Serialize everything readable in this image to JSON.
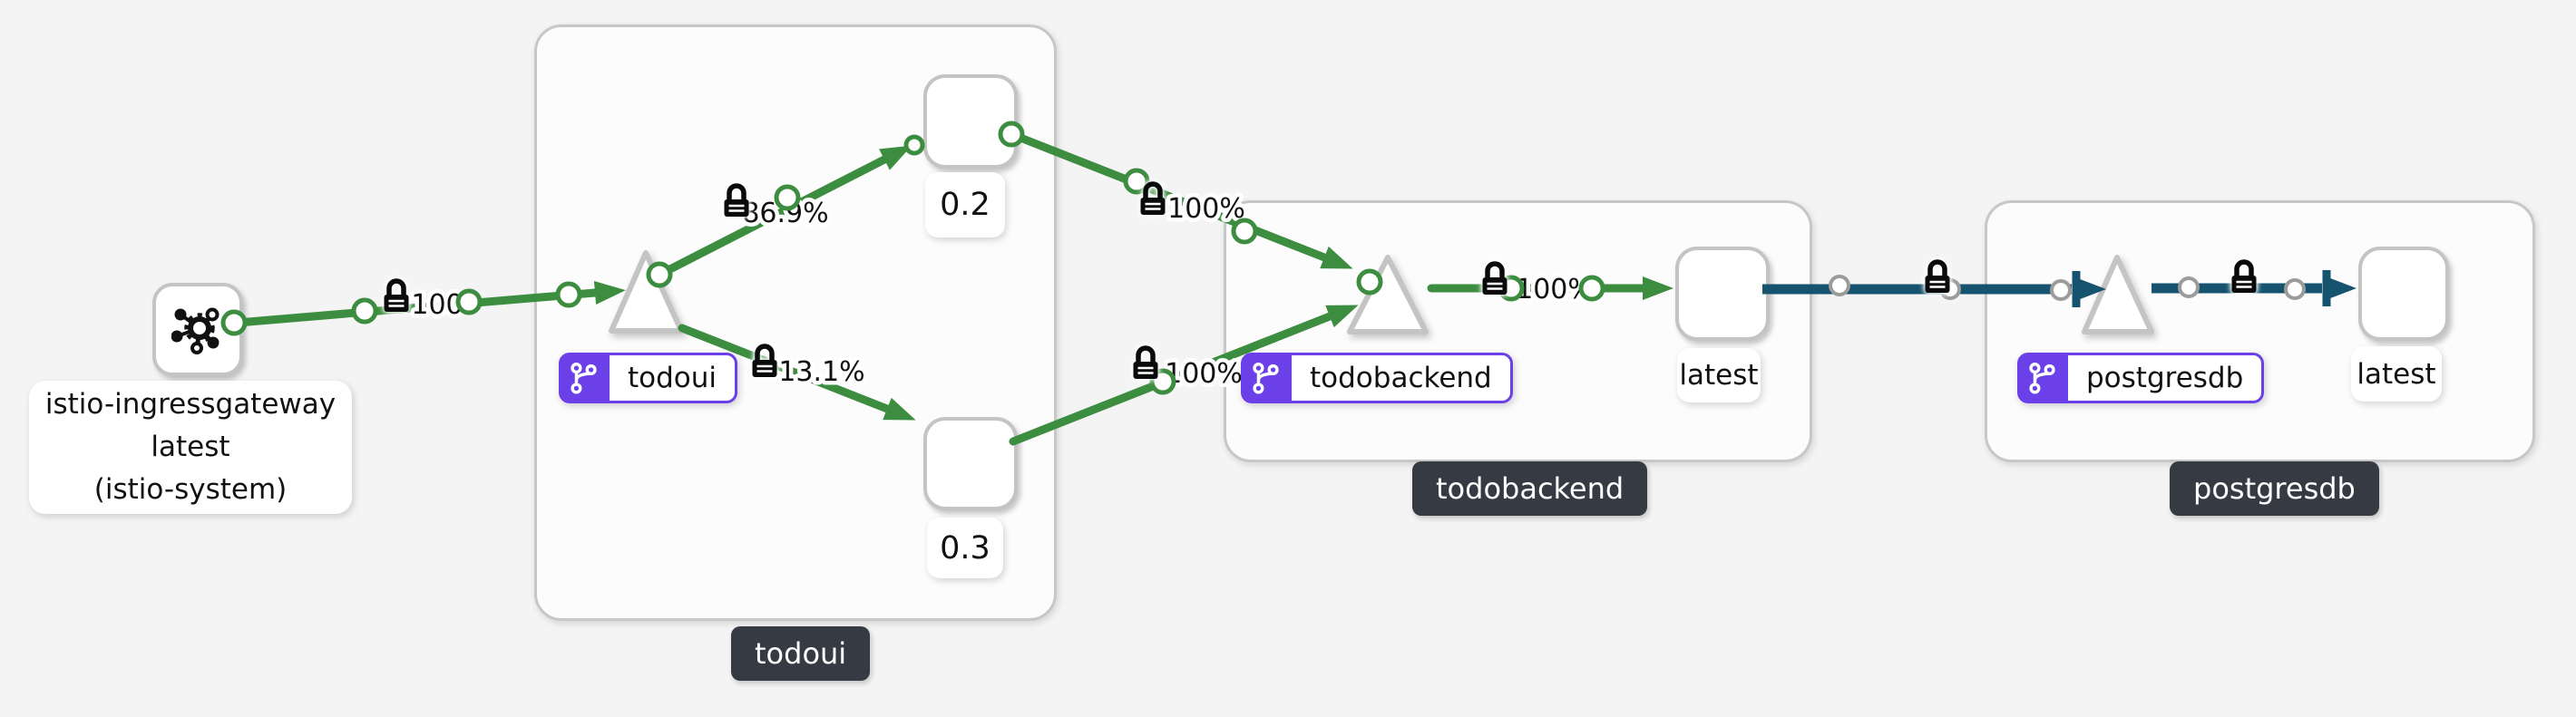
{
  "app": {
    "name": "service-mesh-traffic-graph"
  },
  "colors": {
    "background": "#f4f4f4",
    "http_edge_green": "#3c8d40",
    "tcp_edge_blue": "#15536f",
    "app_badge_purple": "#6b40e8",
    "box_label_dark": "#363a43",
    "node_border_gray": "#c4c4c4"
  },
  "gateway": {
    "name": "istio-ingressgateway",
    "label_lines": [
      "istio-ingressgateway",
      "latest",
      "(istio-system)"
    ]
  },
  "groups": [
    {
      "name": "todoui",
      "badge_label": "todoui",
      "box_label": "todoui",
      "versions": [
        {
          "label": "0.2"
        },
        {
          "label": "0.3"
        }
      ]
    },
    {
      "name": "todobackend",
      "badge_label": "todobackend",
      "box_label": "todobackend",
      "versions": [
        {
          "label": "latest"
        }
      ]
    },
    {
      "name": "postgresdb",
      "badge_label": "postgresdb",
      "box_label": "postgresdb",
      "versions": [
        {
          "label": "latest"
        }
      ]
    }
  ],
  "edges": [
    {
      "from": "istio-ingressgateway",
      "to": "todoui",
      "label": "100",
      "mtls_lock": true,
      "protocol": "http"
    },
    {
      "from": "todoui",
      "to": "todoui 0.2",
      "label": "86.9%",
      "mtls_lock": true,
      "protocol": "http"
    },
    {
      "from": "todoui",
      "to": "todoui 0.3",
      "label": "13.1%",
      "mtls_lock": true,
      "protocol": "http"
    },
    {
      "from": "todoui 0.2",
      "to": "todobackend",
      "label": "100%",
      "mtls_lock": true,
      "protocol": "http"
    },
    {
      "from": "todoui 0.3",
      "to": "todobackend",
      "label": "100%",
      "mtls_lock": true,
      "protocol": "http"
    },
    {
      "from": "todobackend",
      "to": "todobackend latest",
      "label": "100%",
      "mtls_lock": true,
      "protocol": "http"
    },
    {
      "from": "todobackend latest",
      "to": "postgresdb",
      "label": "",
      "mtls_lock": true,
      "protocol": "tcp"
    },
    {
      "from": "postgresdb",
      "to": "postgresdb latest",
      "label": "",
      "mtls_lock": true,
      "protocol": "tcp"
    }
  ]
}
